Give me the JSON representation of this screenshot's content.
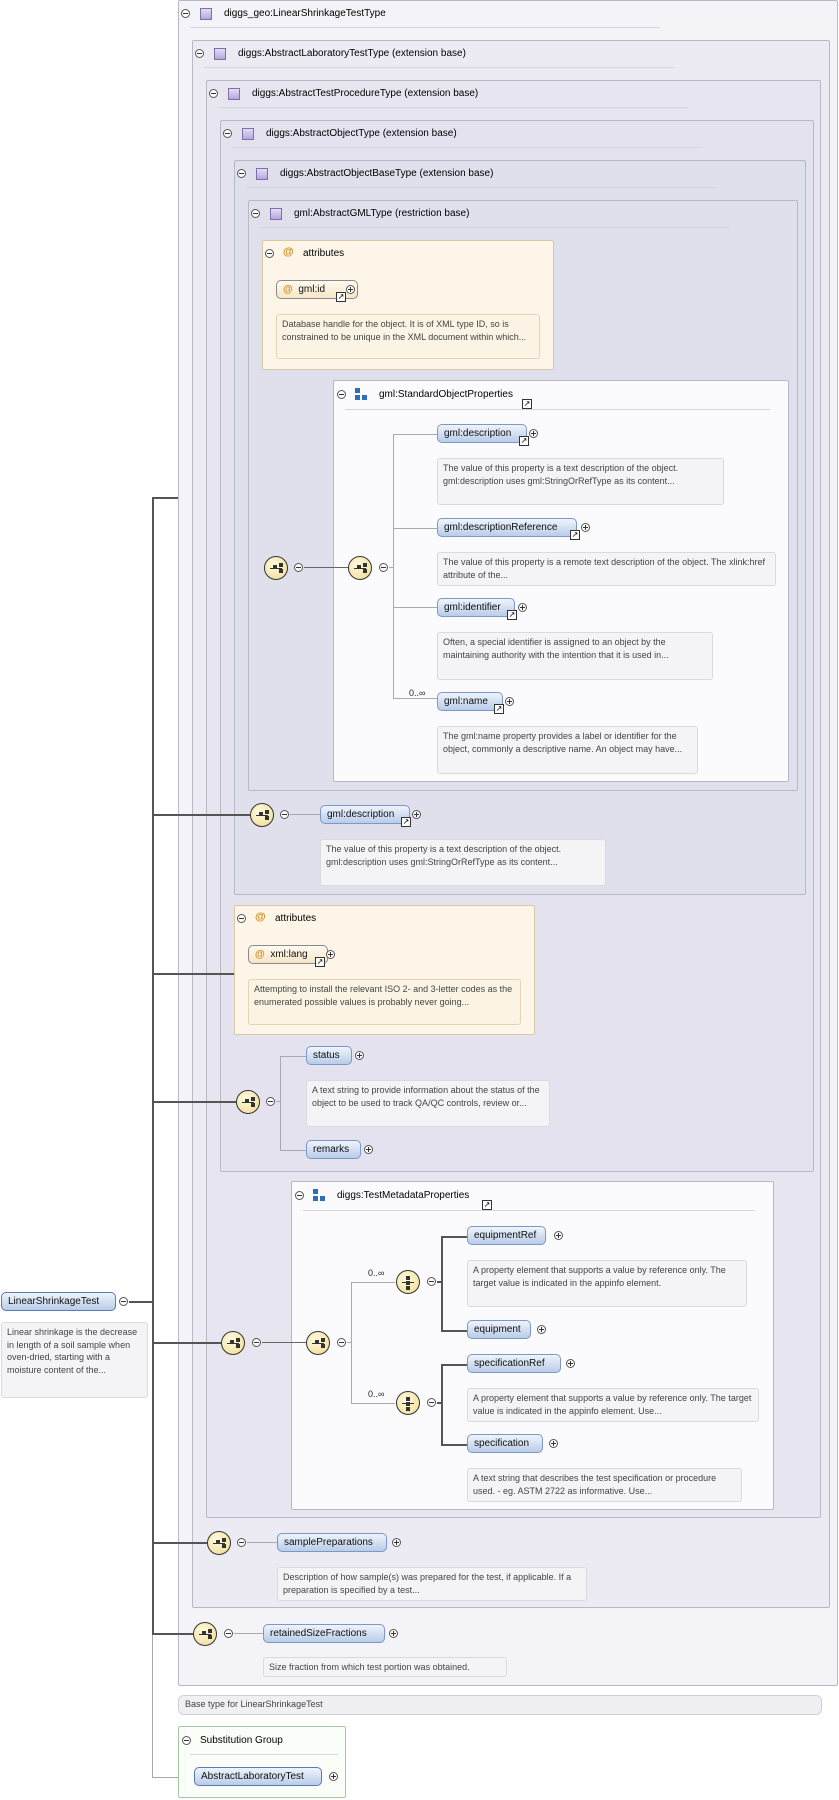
{
  "root": {
    "name": "LinearShrinkageTest",
    "doc": "Linear shrinkage is the decrease in length of a soil sample when oven-dried, starting with a moisture content of the..."
  },
  "types": {
    "t0": "diggs_geo:LinearShrinkageTestType",
    "t1": "diggs:AbstractLaboratoryTestType (extension base)",
    "t2": "diggs:AbstractTestProcedureType (extension base)",
    "t3": "diggs:AbstractObjectType (extension base)",
    "t4": "diggs:AbstractObjectBaseType (extension base)",
    "t5": "gml:AbstractGMLType (restriction base)"
  },
  "attributes_gml": {
    "header": "attributes",
    "item": "gml:id",
    "doc": "Database handle for the object. It is of XML type ID, so is constrained to be unique in the XML document within which..."
  },
  "standard_object_properties": {
    "header": "gml:StandardObjectProperties",
    "elements": [
      {
        "name": "gml:description",
        "doc": "The value of this property is a text description of the object. gml:description uses gml:StringOrRefType as its content..."
      },
      {
        "name": "gml:descriptionReference",
        "doc": "The value of this property is a remote text description of the object. The xlink:href attribute of the..."
      },
      {
        "name": "gml:identifier",
        "doc": "Often, a special identifier is assigned to an object by the maintaining authority with the intention that it is used in..."
      },
      {
        "name": "gml:name",
        "doc": "The gml:name property provides a label or identifier for the object, commonly a descriptive name. An object may have...",
        "multiplicity": "0..∞"
      }
    ]
  },
  "object_description": {
    "name": "gml:description",
    "doc": "The value of this property is a text description of the object. gml:description uses gml:StringOrRefType as its content..."
  },
  "attributes_xml": {
    "header": "attributes",
    "item": "xml:lang",
    "doc": "Attempting to install the relevant ISO 2- and 3-letter codes as the enumerated possible values is probably never going..."
  },
  "object_sequence": {
    "status": "status",
    "status_doc": "A text string to provide information about the status of the object to be used to track QA/QC controls, review or...",
    "remarks": "remarks"
  },
  "test_metadata": {
    "header": "diggs:TestMetadataProperties",
    "choice1_mult": "0..∞",
    "equipmentRef": "equipmentRef",
    "equipmentRef_doc": "A property element that supports a value by reference only. The target value is indicated in the appinfo element.",
    "equipment": "equipment",
    "choice2_mult": "0..∞",
    "specificationRef": "specificationRef",
    "specificationRef_doc": "A property element that supports a value by reference only. The target value is indicated in the appinfo element. Use...",
    "specification": "specification",
    "specification_doc": "A text string that describes the test specification or procedure used. - eg. ASTM 2722 as informative. Use..."
  },
  "sample_preparations": {
    "name": "samplePreparations",
    "doc": "Description of how sample(s) was prepared for the test, if applicable. If a preparation is specified by a test..."
  },
  "retained_size": {
    "name": "retainedSizeFractions",
    "doc": "Size fraction from which test portion was obtained."
  },
  "base_type_note": "Base type for LinearShrinkageTest",
  "substitution": {
    "header": "Substitution Group",
    "item": "AbstractLaboratoryTest"
  }
}
